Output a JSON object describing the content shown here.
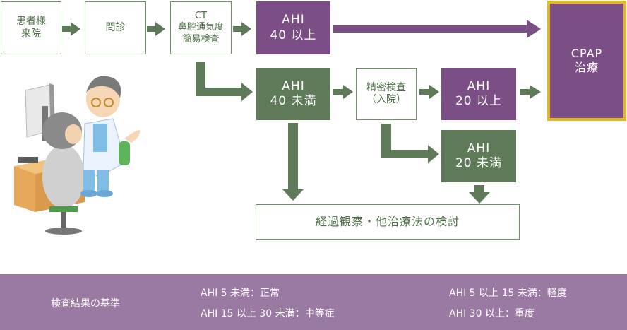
{
  "flow": {
    "visit": [
      "患者様",
      "来院"
    ],
    "interview": "問診",
    "ct": [
      "CT",
      "鼻腔通気度",
      "簡易検査"
    ],
    "ahi_40_over": [
      "AHI",
      "40 以上"
    ],
    "ahi_40_under": [
      "AHI",
      "40 未満"
    ],
    "detailed_exam": [
      "精密検査",
      "（入院）"
    ],
    "ahi_20_over": [
      "AHI",
      "20 以上"
    ],
    "ahi_20_under": [
      "AHI",
      "20 未満"
    ],
    "cpap": [
      "CPAP",
      "治療"
    ],
    "observation": "経過観察・他治療法の検討"
  },
  "legend": {
    "title": "検査結果の基準",
    "items": [
      "AHI 5 未満：正常",
      "AHI 5 以上 15 未満：軽度",
      "AHI 15 以上 30 未満：中等症",
      "AHI 30 以上：重度"
    ]
  },
  "colors": {
    "green": "#5e7a58",
    "purple": "#7b4e86",
    "gold_border": "#e6b61c",
    "legend_bg": "#9a7aa2"
  }
}
